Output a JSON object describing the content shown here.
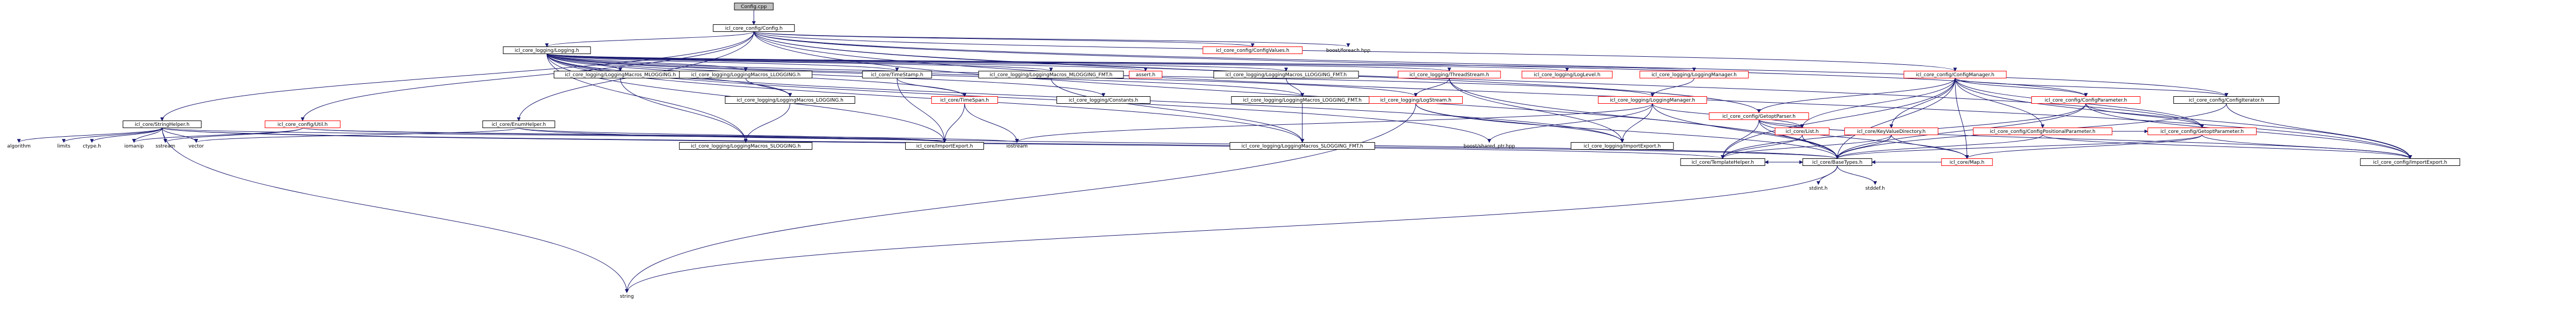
{
  "diagram": {
    "kind": "include-dependency-graph",
    "colors": {
      "edge": "#191970",
      "root_fill": "#bfbfbf",
      "node_fill": "#ffffff",
      "node_border_normal": "#000000",
      "node_border_truncated": "#ff0000"
    },
    "nodes": [
      {
        "id": "n0",
        "label": "Config.cpp",
        "root": true
      },
      {
        "id": "n1",
        "label": "icl_core_config/Config.h"
      },
      {
        "id": "n2",
        "label": "icl_core_logging/Logging.h"
      },
      {
        "id": "n3",
        "label": "icl_core_config/ConfigValues.h",
        "truncated": true
      },
      {
        "id": "n4",
        "label": "boost/foreach.hpp",
        "plain": true
      },
      {
        "id": "n5",
        "label": "icl_core/StringHelper.h"
      },
      {
        "id": "n6",
        "label": "icl_core_config/Util.h",
        "truncated": true
      },
      {
        "id": "n7",
        "label": "icl_core/EnumHelper.h"
      },
      {
        "id": "n8",
        "label": "icl_core_logging/LoggingMacros_MLOGGING.h"
      },
      {
        "id": "n9",
        "label": "icl_core_logging/LoggingMacros_LLOGGING.h"
      },
      {
        "id": "n10",
        "label": "icl_core/TimeStamp.h"
      },
      {
        "id": "n11",
        "label": "icl_core_logging/LoggingMacros_MLOGGING_FMT.h"
      },
      {
        "id": "n12",
        "label": "assert.h",
        "truncated": true
      },
      {
        "id": "n13",
        "label": "icl_core_logging/LoggingMacros_LLOGGING_FMT.h"
      },
      {
        "id": "n14",
        "label": "icl_core_logging/ThreadStream.h",
        "truncated": true
      },
      {
        "id": "n15",
        "label": "icl_core_logging/LogLevel.h",
        "truncated": true
      },
      {
        "id": "n16",
        "label": "icl_core_logging/LoggingManager.h",
        "truncated": true
      },
      {
        "id": "n17",
        "label": "icl_core_config/ConfigManager.h",
        "truncated": true
      },
      {
        "id": "n18",
        "label": "icl_core_logging/LoggingMacros_LOGGING.h"
      },
      {
        "id": "n19",
        "label": "icl_core/TimeSpan.h",
        "truncated": true
      },
      {
        "id": "n20",
        "label": "icl_core_logging/Constants.h"
      },
      {
        "id": "n21",
        "label": "icl_core_logging/LoggingMacros_LOGGING_FMT.h"
      },
      {
        "id": "n22",
        "label": "icl_core_logging/LogStream.h",
        "truncated": true
      },
      {
        "id": "n23",
        "label": "icl_core_logging/LoggingManager.h",
        "truncated": true
      },
      {
        "id": "n24",
        "label": "icl_core_config/GetoptParser.h",
        "truncated": true
      },
      {
        "id": "n25",
        "label": "icl_core_config/ConfigParameter.h",
        "truncated": true
      },
      {
        "id": "n26",
        "label": "icl_core_config/ConfigIterator.h"
      },
      {
        "id": "n27",
        "label": "algorithm",
        "plain": true
      },
      {
        "id": "n28",
        "label": "limits",
        "plain": true
      },
      {
        "id": "n29",
        "label": "ctype.h",
        "plain": true
      },
      {
        "id": "n30",
        "label": "iomanip",
        "plain": true
      },
      {
        "id": "n31",
        "label": "sstream",
        "plain": true
      },
      {
        "id": "n32",
        "label": "vector",
        "plain": true
      },
      {
        "id": "n33",
        "label": "icl_core_logging/LoggingMacros_SLOGGING.h"
      },
      {
        "id": "n34",
        "label": "icl_core/ImportExport.h"
      },
      {
        "id": "n35",
        "label": "iostream",
        "plain": true
      },
      {
        "id": "n36",
        "label": "icl_core_logging/LoggingMacros_SLOGGING_FMT.h"
      },
      {
        "id": "n37",
        "label": "boost/shared_ptr.hpp",
        "plain": true
      },
      {
        "id": "n38",
        "label": "icl_core_logging/ImportExport.h"
      },
      {
        "id": "n39",
        "label": "icl_core/List.h",
        "truncated": true
      },
      {
        "id": "n40",
        "label": "icl_core/KeyValueDirectory.h",
        "truncated": true
      },
      {
        "id": "n41",
        "label": "icl_core_config/ConfigPositionalParameter.h",
        "truncated": true
      },
      {
        "id": "n42",
        "label": "icl_core_config/GetoptParameter.h",
        "truncated": true
      },
      {
        "id": "n43",
        "label": "icl_core/TemplateHelper.h"
      },
      {
        "id": "n44",
        "label": "icl_core/BaseTypes.h"
      },
      {
        "id": "n45",
        "label": "icl_core/Map.h",
        "truncated": true
      },
      {
        "id": "n46",
        "label": "icl_core_config/ImportExport.h"
      },
      {
        "id": "n47",
        "label": "string",
        "plain": true
      },
      {
        "id": "n48",
        "label": "stdint.h",
        "plain": true
      },
      {
        "id": "n49",
        "label": "stddef.h",
        "plain": true
      }
    ],
    "edges": [
      [
        "n0",
        "n1"
      ],
      [
        "n1",
        "n2"
      ],
      [
        "n1",
        "n3"
      ],
      [
        "n1",
        "n4"
      ],
      [
        "n1",
        "n5"
      ],
      [
        "n1",
        "n6"
      ],
      [
        "n1",
        "n7"
      ],
      [
        "n1",
        "n17"
      ],
      [
        "n1",
        "n25"
      ],
      [
        "n1",
        "n26"
      ],
      [
        "n1",
        "n24"
      ],
      [
        "n1",
        "n42"
      ],
      [
        "n1",
        "n46"
      ],
      [
        "n1",
        "n44"
      ],
      [
        "n2",
        "n8"
      ],
      [
        "n2",
        "n9"
      ],
      [
        "n2",
        "n10"
      ],
      [
        "n2",
        "n11"
      ],
      [
        "n2",
        "n12"
      ],
      [
        "n2",
        "n13"
      ],
      [
        "n2",
        "n14"
      ],
      [
        "n2",
        "n15"
      ],
      [
        "n2",
        "n16"
      ],
      [
        "n2",
        "n18"
      ],
      [
        "n2",
        "n19"
      ],
      [
        "n2",
        "n20"
      ],
      [
        "n2",
        "n21"
      ],
      [
        "n2",
        "n22"
      ],
      [
        "n2",
        "n23"
      ],
      [
        "n2",
        "n33"
      ],
      [
        "n2",
        "n36"
      ],
      [
        "n2",
        "n37"
      ],
      [
        "n2",
        "n38"
      ],
      [
        "n2",
        "n34"
      ],
      [
        "n5",
        "n27"
      ],
      [
        "n5",
        "n28"
      ],
      [
        "n5",
        "n29"
      ],
      [
        "n5",
        "n30"
      ],
      [
        "n5",
        "n31"
      ],
      [
        "n5",
        "n32"
      ],
      [
        "n5",
        "n34"
      ],
      [
        "n5",
        "n43"
      ],
      [
        "n5",
        "n44"
      ],
      [
        "n5",
        "n47"
      ],
      [
        "n6",
        "n30"
      ],
      [
        "n6",
        "n31"
      ],
      [
        "n6",
        "n35"
      ],
      [
        "n6",
        "n34"
      ],
      [
        "n7",
        "n32"
      ],
      [
        "n7",
        "n34"
      ],
      [
        "n7",
        "n44"
      ],
      [
        "n8",
        "n33"
      ],
      [
        "n9",
        "n18"
      ],
      [
        "n18",
        "n33"
      ],
      [
        "n10",
        "n34"
      ],
      [
        "n10",
        "n19"
      ],
      [
        "n19",
        "n34"
      ],
      [
        "n19",
        "n35"
      ],
      [
        "n11",
        "n36"
      ],
      [
        "n13",
        "n21"
      ],
      [
        "n21",
        "n36"
      ],
      [
        "n14",
        "n22"
      ],
      [
        "n14",
        "n38"
      ],
      [
        "n14",
        "n44"
      ],
      [
        "n16",
        "n23"
      ],
      [
        "n22",
        "n38"
      ],
      [
        "n22",
        "n44"
      ],
      [
        "n22",
        "n47"
      ],
      [
        "n23",
        "n37"
      ],
      [
        "n23",
        "n38"
      ],
      [
        "n23",
        "n39"
      ],
      [
        "n23",
        "n44"
      ],
      [
        "n23",
        "n35"
      ],
      [
        "n17",
        "n24"
      ],
      [
        "n17",
        "n25"
      ],
      [
        "n17",
        "n26"
      ],
      [
        "n17",
        "n41"
      ],
      [
        "n17",
        "n42"
      ],
      [
        "n17",
        "n40"
      ],
      [
        "n17",
        "n39"
      ],
      [
        "n17",
        "n44"
      ],
      [
        "n17",
        "n45"
      ],
      [
        "n17",
        "n46"
      ],
      [
        "n17",
        "n43"
      ],
      [
        "n24",
        "n39"
      ],
      [
        "n24",
        "n44"
      ],
      [
        "n24",
        "n45"
      ],
      [
        "n24",
        "n46"
      ],
      [
        "n24",
        "n43"
      ],
      [
        "n25",
        "n42"
      ],
      [
        "n25",
        "n44"
      ],
      [
        "n25",
        "n46"
      ],
      [
        "n25",
        "n43"
      ],
      [
        "n26",
        "n44"
      ],
      [
        "n26",
        "n46"
      ],
      [
        "n41",
        "n42"
      ],
      [
        "n41",
        "n44"
      ],
      [
        "n41",
        "n46"
      ],
      [
        "n42",
        "n45"
      ],
      [
        "n42",
        "n46"
      ],
      [
        "n42",
        "n44"
      ],
      [
        "n39",
        "n43"
      ],
      [
        "n39",
        "n44"
      ],
      [
        "n40",
        "n43"
      ],
      [
        "n40",
        "n44"
      ],
      [
        "n40",
        "n45"
      ],
      [
        "n45",
        "n44"
      ],
      [
        "n45",
        "n43"
      ],
      [
        "n43",
        "n44"
      ],
      [
        "n44",
        "n47"
      ],
      [
        "n44",
        "n48"
      ],
      [
        "n44",
        "n49"
      ]
    ]
  }
}
